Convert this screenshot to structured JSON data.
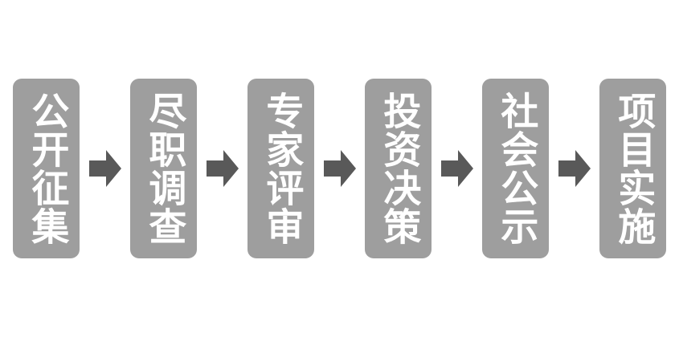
{
  "diagram": {
    "type": "linear-process-flow",
    "title": "",
    "orientation": "horizontal",
    "background_color": "#ffffff",
    "box_color": "#9e9e9e",
    "box_text_color": "#ffffff",
    "arrow_color": "#595959",
    "text_direction": "vertical",
    "stage_count": 6,
    "arrow_count": 5,
    "stages": [
      {
        "id": "stage-1",
        "label": "公开征集",
        "order": 1
      },
      {
        "id": "stage-2",
        "label": "尽职调查",
        "order": 2
      },
      {
        "id": "stage-3",
        "label": "专家评审",
        "order": 3
      },
      {
        "id": "stage-4",
        "label": "投资决策",
        "order": 4
      },
      {
        "id": "stage-5",
        "label": "社会公示",
        "order": 5
      },
      {
        "id": "stage-6",
        "label": "项目实施",
        "order": 6
      }
    ],
    "arrows": [
      {
        "id": "arrow-1",
        "from": "stage-1",
        "to": "stage-2"
      },
      {
        "id": "arrow-2",
        "from": "stage-2",
        "to": "stage-3"
      },
      {
        "id": "arrow-3",
        "from": "stage-3",
        "to": "stage-4"
      },
      {
        "id": "arrow-4",
        "from": "stage-4",
        "to": "stage-5"
      },
      {
        "id": "arrow-5",
        "from": "stage-5",
        "to": "stage-6"
      }
    ]
  }
}
